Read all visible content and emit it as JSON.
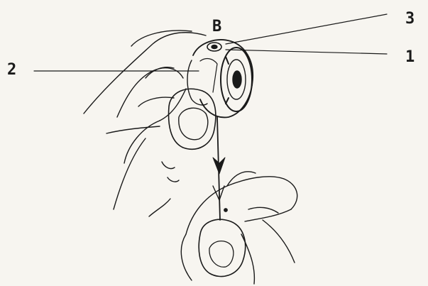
{
  "figure": {
    "callouts": {
      "b": "B",
      "one": "1",
      "two": "2",
      "three": "3"
    },
    "line_color": "#1a1a1a",
    "background": "#f7f5f0"
  }
}
